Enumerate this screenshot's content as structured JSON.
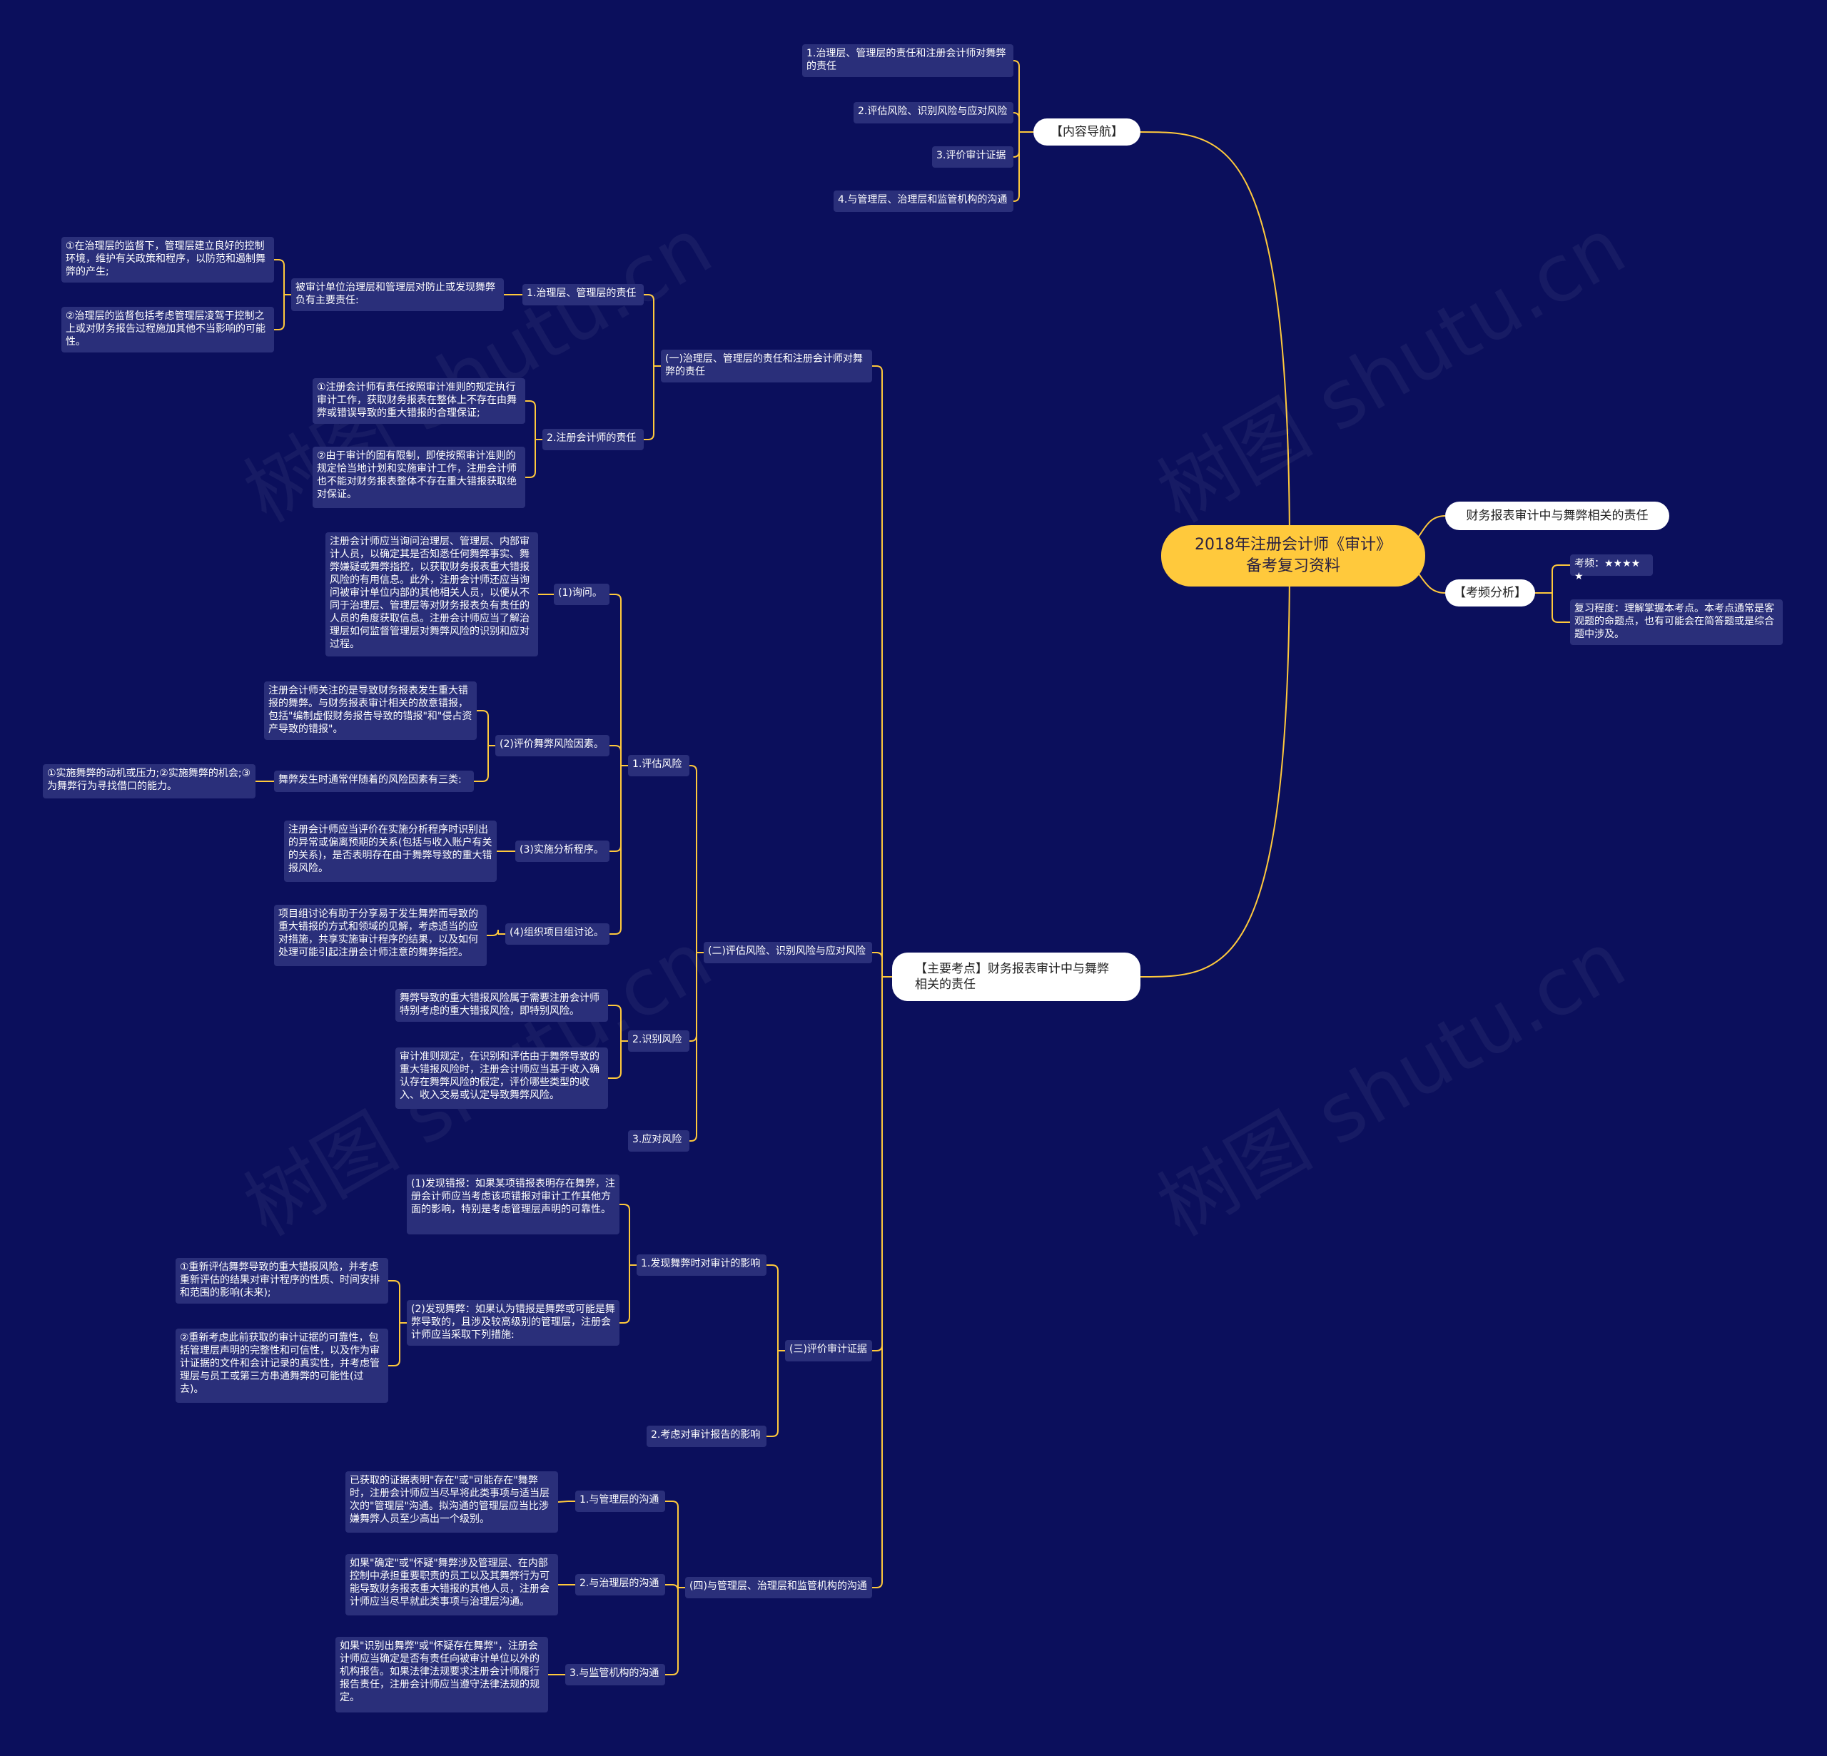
{
  "root": "2018年注册会计师《审计》备考复习资料",
  "branches": {
    "nav": {
      "label": "【内容导航】",
      "items": [
        "1.治理层、管理层的责任和注册会计师对舞弊的责任",
        "2.评估风险、识别风险与应对风险",
        "3.评价审计证据",
        "4.与管理层、治理层和监管机构的沟通"
      ]
    },
    "responsibility": "财务报表审计中与舞弊相关的责任",
    "freq": {
      "label": "【考频分析】",
      "items": [
        "考频：★★★★★",
        "复习程度：理解掌握本考点。本考点通常是客观题的命题点，也有可能会在简答题或是综合题中涉及。"
      ]
    },
    "main": {
      "label": "【主要考点】财务报表审计中与舞弊相关的责任",
      "s1": {
        "label": "(一)治理层、管理层的责任和注册会计师对舞弊的责任",
        "c1": {
          "label": "1.治理层、管理层的责任",
          "mid": "被审计单位治理层和管理层对防止或发现舞弊负有主要责任:",
          "leaves": [
            "①在治理层的监督下，管理层建立良好的控制环境，维护有关政策和程序，以防范和遏制舞弊的产生;",
            "②治理层的监督包括考虑管理层凌驾于控制之上或对财务报告过程施加其他不当影响的可能性。"
          ]
        },
        "c2": {
          "label": "2.注册会计师的责任",
          "leaves": [
            "①注册会计师有责任按照审计准则的规定执行审计工作，获取财务报表在整体上不存在由舞弊或错误导致的重大错报的合理保证;",
            "②由于审计的固有限制，即使按照审计准则的规定恰当地计划和实施审计工作，注册会计师也不能对财务报表整体不存在重大错报获取绝对保证。"
          ]
        }
      },
      "s2": {
        "label": "(二)评估风险、识别风险与应对风险",
        "c1": {
          "label": "1.评估风险",
          "a": {
            "label": "(1)询问。",
            "text": "注册会计师应当询问治理层、管理层、内部审计人员，以确定其是否知悉任何舞弊事实、舞弊嫌疑或舞弊指控，以获取财务报表重大错报风险的有用信息。此外，注册会计师还应当询问被审计单位内部的其他相关人员，以便从不同于治理层、管理层等对财务报表负有责任的人员的角度获取信息。注册会计师应当了解治理层如何监督管理层对舞弊风险的识别和应对过程。"
          },
          "b": {
            "label": "(2)评价舞弊风险因素。",
            "text": "注册会计师关注的是导致财务报表发生重大错报的舞弊。与财务报表审计相关的故意错报，包括\"编制虚假财务报告导致的错报\"和\"侵占资产导致的错报\"。",
            "mid": "舞弊发生时通常伴随着的风险因素有三类:",
            "leaf": "①实施舞弊的动机或压力;②实施舞弊的机会;③为舞弊行为寻找借口的能力。"
          },
          "c": {
            "label": "(3)实施分析程序。",
            "text": "注册会计师应当评价在实施分析程序时识别出的异常或偏离预期的关系(包括与收入账户有关的关系)，是否表明存在由于舞弊导致的重大错报风险。"
          },
          "d": {
            "label": "(4)组织项目组讨论。",
            "text": "项目组讨论有助于分享易于发生舞弊而导致的重大错报的方式和领域的见解，考虑适当的应对措施，共享实施审计程序的结果，以及如何处理可能引起注册会计师注意的舞弊指控。"
          }
        },
        "c2": {
          "label": "2.识别风险",
          "leaves": [
            "舞弊导致的重大错报风险属于需要注册会计师特别考虑的重大错报风险，即特别风险。",
            "审计准则规定，在识别和评估由于舞弊导致的重大错报风险时，注册会计师应当基于收入确认存在舞弊风险的假定，评价哪些类型的收入、收入交易或认定导致舞弊风险。"
          ]
        },
        "c3": {
          "label": "3.应对风险"
        }
      },
      "s3": {
        "label": "(三)评价审计证据",
        "c1": {
          "label": "1.发现舞弊时对审计的影响",
          "a": "(1)发现错报：如果某项错报表明存在舞弊，注册会计师应当考虑该项错报对审计工作其他方面的影响，特别是考虑管理层声明的可靠性。",
          "b": "(2)发现舞弊：如果认为错报是舞弊或可能是舞弊导致的，且涉及较高级别的管理层，注册会计师应当采取下列措施:",
          "b_leaves": [
            "①重新评估舞弊导致的重大错报风险，并考虑重新评估的结果对审计程序的性质、时间安排和范围的影响(未来);",
            "②重新考虑此前获取的审计证据的可靠性，包括管理层声明的完整性和可信性，以及作为审计证据的文件和会计记录的真实性，并考虑管理层与员工或第三方串通舞弊的可能性(过去)。"
          ]
        },
        "c2": {
          "label": "2.考虑对审计报告的影响"
        }
      },
      "s4": {
        "label": "(四)与管理层、治理层和监管机构的沟通",
        "c1": {
          "label": "1.与管理层的沟通",
          "text": "已获取的证据表明\"存在\"或\"可能存在\"舞弊时，注册会计师应当尽早将此类事项与适当层次的\"管理层\"沟通。拟沟通的管理层应当比涉嫌舞弊人员至少高出一个级别。"
        },
        "c2": {
          "label": "2.与治理层的沟通",
          "text": "如果\"确定\"或\"怀疑\"舞弊涉及管理层、在内部控制中承担重要职责的员工以及其舞弊行为可能导致财务报表重大错报的其他人员，注册会计师应当尽早就此类事项与治理层沟通。"
        },
        "c3": {
          "label": "3.与监管机构的沟通",
          "text": "如果\"识别出舞弊\"或\"怀疑存在舞弊\"，注册会计师应当确定是否有责任向被审计单位以外的机构报告。如果法律法规要求注册会计师履行报告责任，注册会计师应当遵守法律法规的规定。"
        }
      }
    }
  },
  "watermark": "树图 shutu.cn",
  "colors": {
    "background": "#0b0f5c",
    "connector": "#ffc93c",
    "root": "#ffc93c",
    "node": "#2a2f7a"
  }
}
